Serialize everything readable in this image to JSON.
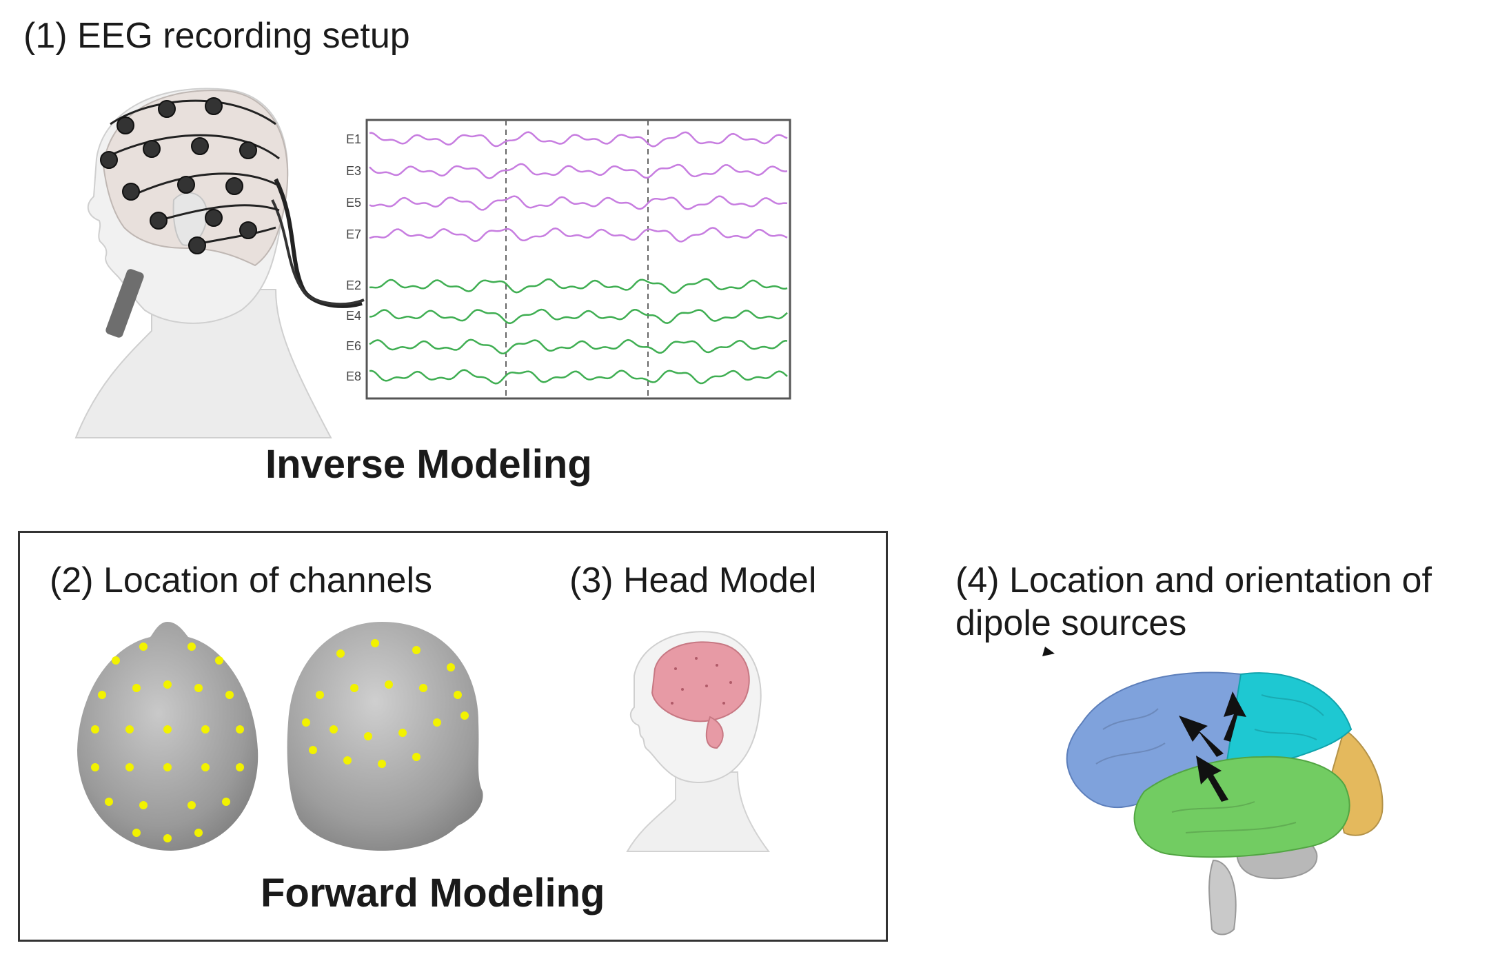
{
  "step1": {
    "title": "(1) EEG recording setup"
  },
  "inverse": {
    "label": "Inverse Modeling"
  },
  "step2": {
    "title": "(2) Location of channels"
  },
  "step3": {
    "title": "(3) Head Model"
  },
  "step4": {
    "title_line1": "(4) Location and orientation of",
    "title_line2": "dipole sources"
  },
  "forward": {
    "label": "Forward Modeling"
  },
  "eeg": {
    "channels_purple": [
      "E1",
      "E3",
      "E5",
      "E7"
    ],
    "channels_green": [
      "E2",
      "E4",
      "E6",
      "E8"
    ],
    "purple_color": "#c77de0",
    "green_color": "#3fae52"
  },
  "brain_colors": {
    "frontal": "#7fa2dc",
    "parietal": "#1ec8d2",
    "temporal": "#72cc62",
    "occipital": "#e4b95d",
    "cerebellum": "#b8b8b8"
  },
  "electrode_color": "#f2f200"
}
